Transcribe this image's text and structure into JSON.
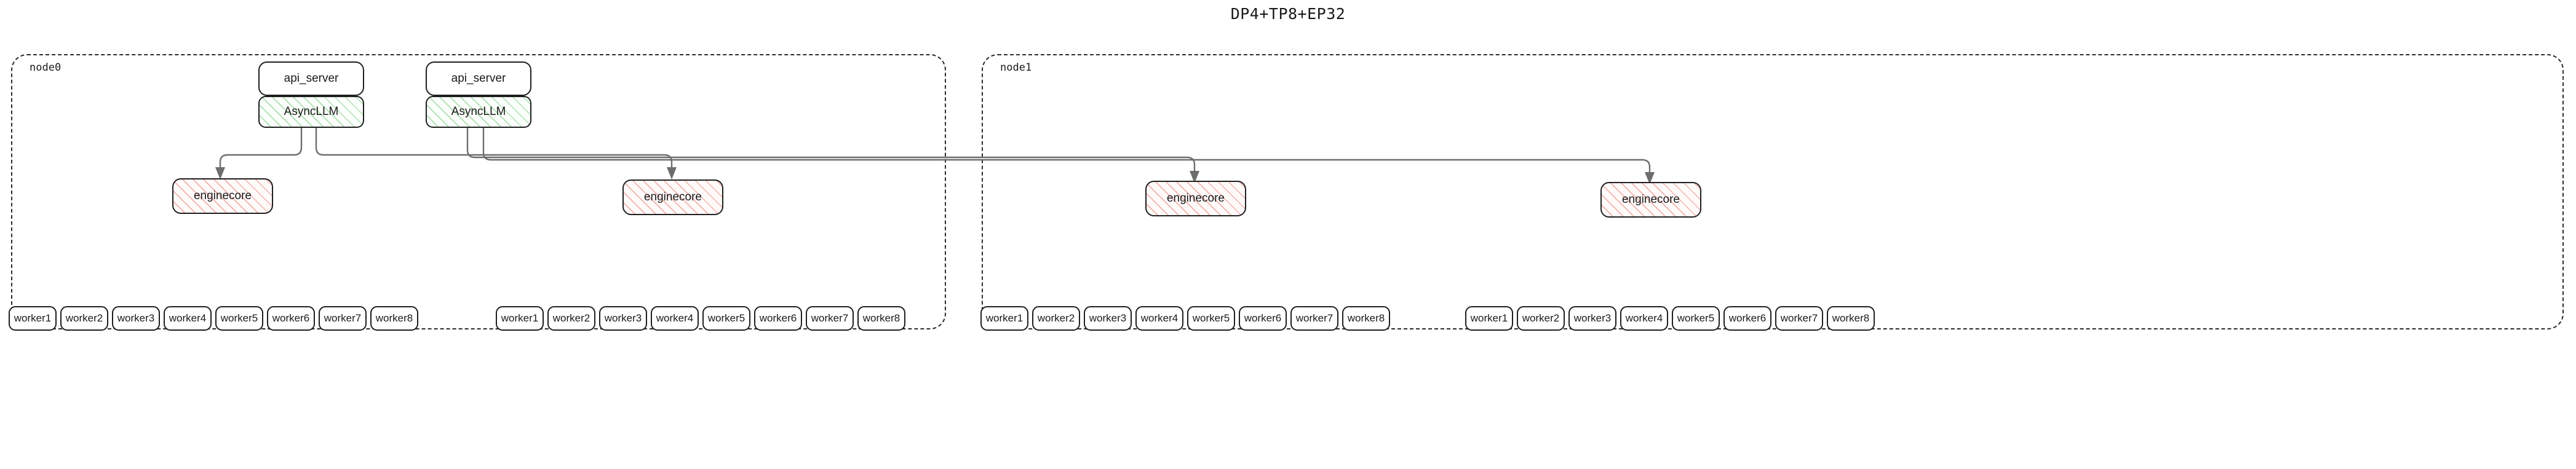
{
  "title": "DP4+TP8+EP32",
  "nodes": [
    {
      "id": "node0",
      "label": "node0"
    },
    {
      "id": "node1",
      "label": "node1"
    }
  ],
  "api_servers": [
    {
      "label": "api_server"
    },
    {
      "label": "api_server"
    }
  ],
  "async_llms": [
    {
      "label": "AsyncLLM"
    },
    {
      "label": "AsyncLLM"
    }
  ],
  "enginecores": [
    {
      "label": "enginecore"
    },
    {
      "label": "enginecore"
    },
    {
      "label": "enginecore"
    },
    {
      "label": "enginecore"
    }
  ],
  "worker_groups": [
    {
      "workers": [
        "worker1",
        "worker2",
        "worker3",
        "worker4",
        "worker5",
        "worker6",
        "worker7",
        "worker8"
      ]
    },
    {
      "workers": [
        "worker1",
        "worker2",
        "worker3",
        "worker4",
        "worker5",
        "worker6",
        "worker7",
        "worker8"
      ]
    },
    {
      "workers": [
        "worker1",
        "worker2",
        "worker3",
        "worker4",
        "worker5",
        "worker6",
        "worker7",
        "worker8"
      ]
    },
    {
      "workers": [
        "worker1",
        "worker2",
        "worker3",
        "worker4",
        "worker5",
        "worker6",
        "worker7",
        "worker8"
      ]
    }
  ],
  "colors": {
    "node_border": "#2b2b2b",
    "box_border": "#1f1f1f",
    "async_hatch": "#6ec378",
    "engine_hatch": "#e88278",
    "wire": "#6d6d6d",
    "text": "#1a1a1a",
    "background": "#ffffff"
  }
}
